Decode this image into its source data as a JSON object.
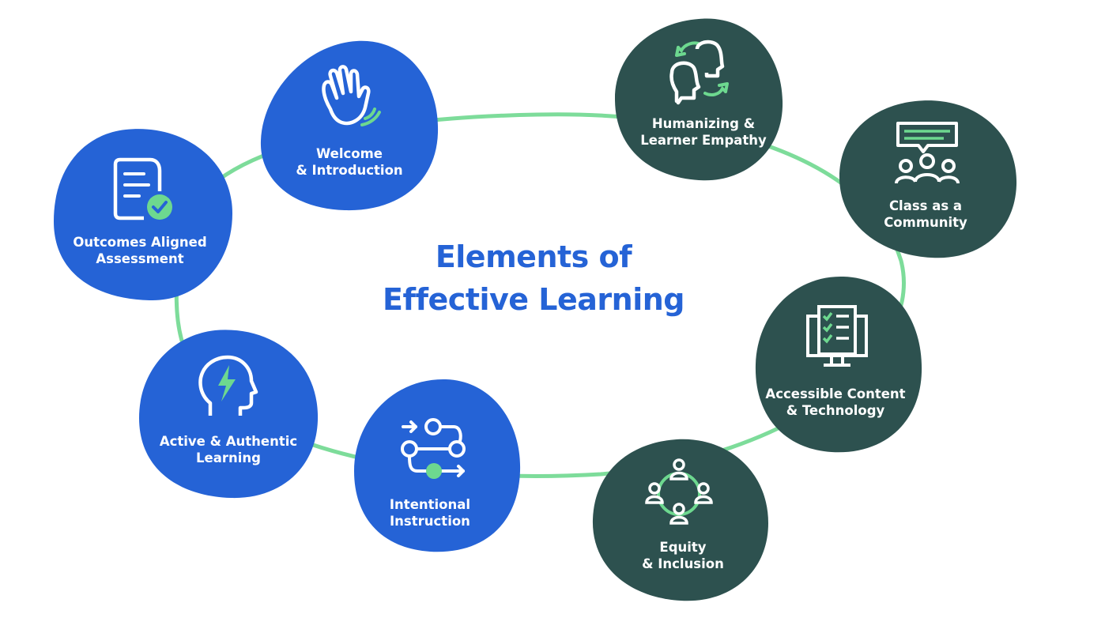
{
  "title": {
    "line1": "Elements of",
    "line2": "Effective Learning"
  },
  "colors": {
    "blue": "#2563d6",
    "dark_green": "#2d514f",
    "accent_green": "#6dd88f",
    "ring": "#7ddc9a"
  },
  "elements": [
    {
      "line1": "Welcome",
      "line2": "& Introduction",
      "icon": "waving-hand-icon",
      "color": "blue"
    },
    {
      "line1": "Humanizing &",
      "line2": "Learner Empathy",
      "icon": "empathy-heads-icon",
      "color": "dark_green"
    },
    {
      "line1": "Class as a",
      "line2": "Community",
      "icon": "community-chat-icon",
      "color": "dark_green"
    },
    {
      "line1": "Accessible Content",
      "line2": "& Technology",
      "icon": "monitor-checklist-icon",
      "color": "dark_green"
    },
    {
      "line1": "Equity",
      "line2": "& Inclusion",
      "icon": "people-circle-icon",
      "color": "dark_green"
    },
    {
      "line1": "Intentional",
      "line2": "Instruction",
      "icon": "process-flow-icon",
      "color": "blue"
    },
    {
      "line1": "Active & Authentic",
      "line2": "Learning",
      "icon": "head-lightning-icon",
      "color": "blue"
    },
    {
      "line1": "Outcomes Aligned",
      "line2": "Assessment",
      "icon": "document-check-icon",
      "color": "blue"
    }
  ]
}
